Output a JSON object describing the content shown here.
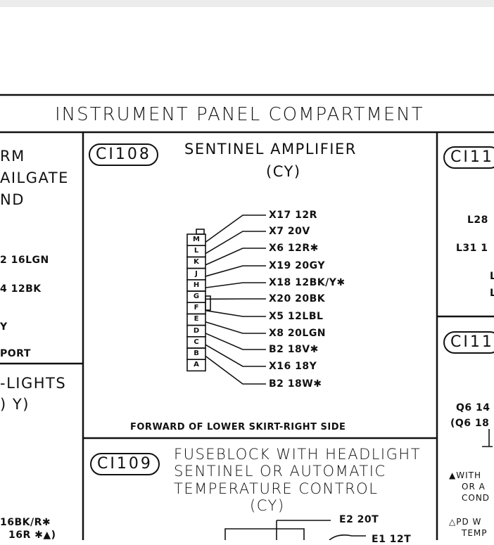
{
  "header": {
    "title": "INSTRUMENT PANEL COMPARTMENT"
  },
  "left_panel": {
    "title_lines": [
      "RM",
      "AILGATE",
      "ND"
    ],
    "wires": [
      "2 16LGN",
      "4 12BK"
    ],
    "note_lines": [
      "Y",
      "PORT"
    ],
    "lower_title_lines": [
      "-LIGHTS",
      ") Y)"
    ],
    "lower_wires": [
      "16BK/R✱",
      "16R ✱▲)"
    ]
  },
  "ci108": {
    "id": "CI108",
    "title": "SENTINEL AMPLIFIER",
    "subtitle": "(CY)",
    "pins": [
      "M",
      "L",
      "K",
      "J",
      "H",
      "G",
      "F",
      "E",
      "D",
      "C",
      "B",
      "A"
    ],
    "wires": [
      "X17 12R",
      "X7 20V",
      "X6 12R✱",
      "X19 20GY",
      "X18 12BK/Y✱",
      "X20 20BK",
      "X5 12LBL",
      "X8 20LGN",
      "B2 18V✱",
      "X16 18Y",
      "B2 18W✱"
    ],
    "location": "FORWARD OF LOWER SKIRT-RIGHT SIDE"
  },
  "ci109": {
    "id": "CI109",
    "title_lines": [
      "FUSEBLOCK WITH HEADLIGHT",
      "SENTINEL OR AUTOMATIC",
      "TEMPERATURE CONTROL",
      "(CY)"
    ],
    "wires": [
      "E2 20T",
      "E1 12T"
    ]
  },
  "right_panel": {
    "upper_id": "CI11",
    "upper_wires": [
      "L28",
      "L31 1",
      "L",
      "L"
    ],
    "lower_id": "CI11",
    "lower_wires": [
      "Q6 14",
      "(Q6 18"
    ],
    "notes": [
      "▲WITH",
      "OR A",
      "COND",
      "△PD W",
      "TEMP"
    ]
  }
}
